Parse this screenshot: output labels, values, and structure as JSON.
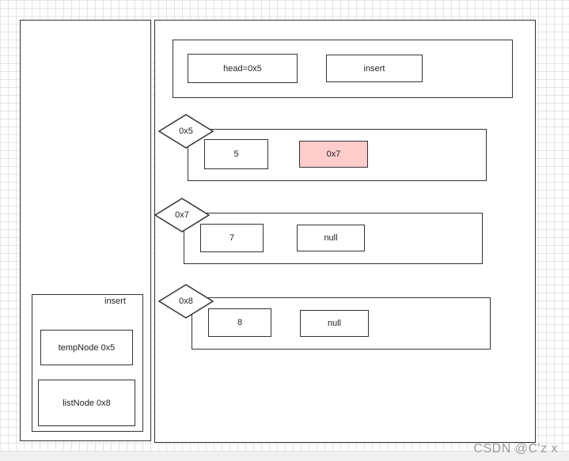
{
  "stack": {
    "frame_label": "insert",
    "temp_node": "tempNode 0x5",
    "list_node": "listNode 0x8"
  },
  "heap": {
    "list_object": {
      "head": "head=0x5",
      "method": "insert"
    },
    "nodes": [
      {
        "address": "0x5",
        "value": "5",
        "next": "0x7",
        "highlighted": true
      },
      {
        "address": "0x7",
        "value": "7",
        "next": "null",
        "highlighted": false
      },
      {
        "address": "0x8",
        "value": "8",
        "next": "null",
        "highlighted": false
      }
    ]
  },
  "colors": {
    "highlight": "#ffcccc",
    "stroke": "#333333"
  },
  "watermark": "CSDN @C'z x"
}
